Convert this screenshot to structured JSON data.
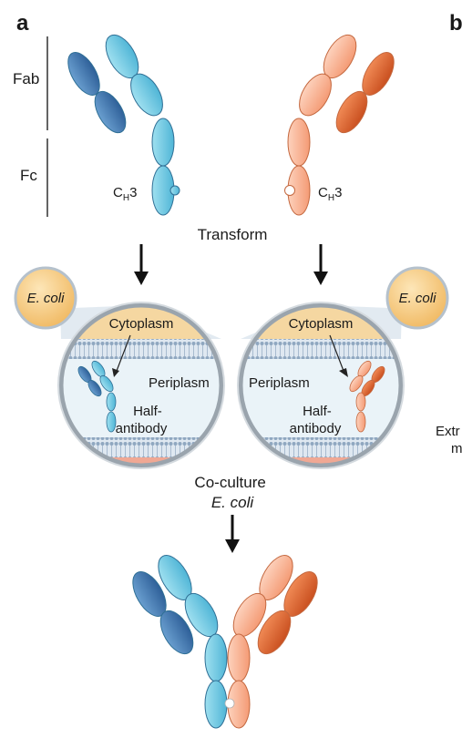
{
  "panel_a": "a",
  "panel_b": "b",
  "domain_labels": {
    "fab": "Fab",
    "fc": "Fc"
  },
  "ch3": {
    "base": "C",
    "sub": "H",
    "tail": "3"
  },
  "transform": "Transform",
  "ecoli": "E. coli",
  "cytoplasm": "Cytoplasm",
  "periplasm": "Periplasm",
  "half_antibody": {
    "line1": "Half-",
    "line2": "antibody"
  },
  "coculture": {
    "line1": "Co-culture",
    "line2": "E. coli"
  },
  "cut_text": {
    "line1": "Extr",
    "line2": "m"
  },
  "colors": {
    "blue_light": "#6ccbe4",
    "blue_dark": "#3f78b2",
    "orange_light": "#fbb596",
    "orange_dark": "#e2642f",
    "ecoli_fill": "#f7c97e",
    "cytoplasm_band": "#f5d7a1",
    "periplasm_bg": "#e9f3f8",
    "membrane": "#9fb3c9",
    "outer_band": "#f0a894"
  }
}
